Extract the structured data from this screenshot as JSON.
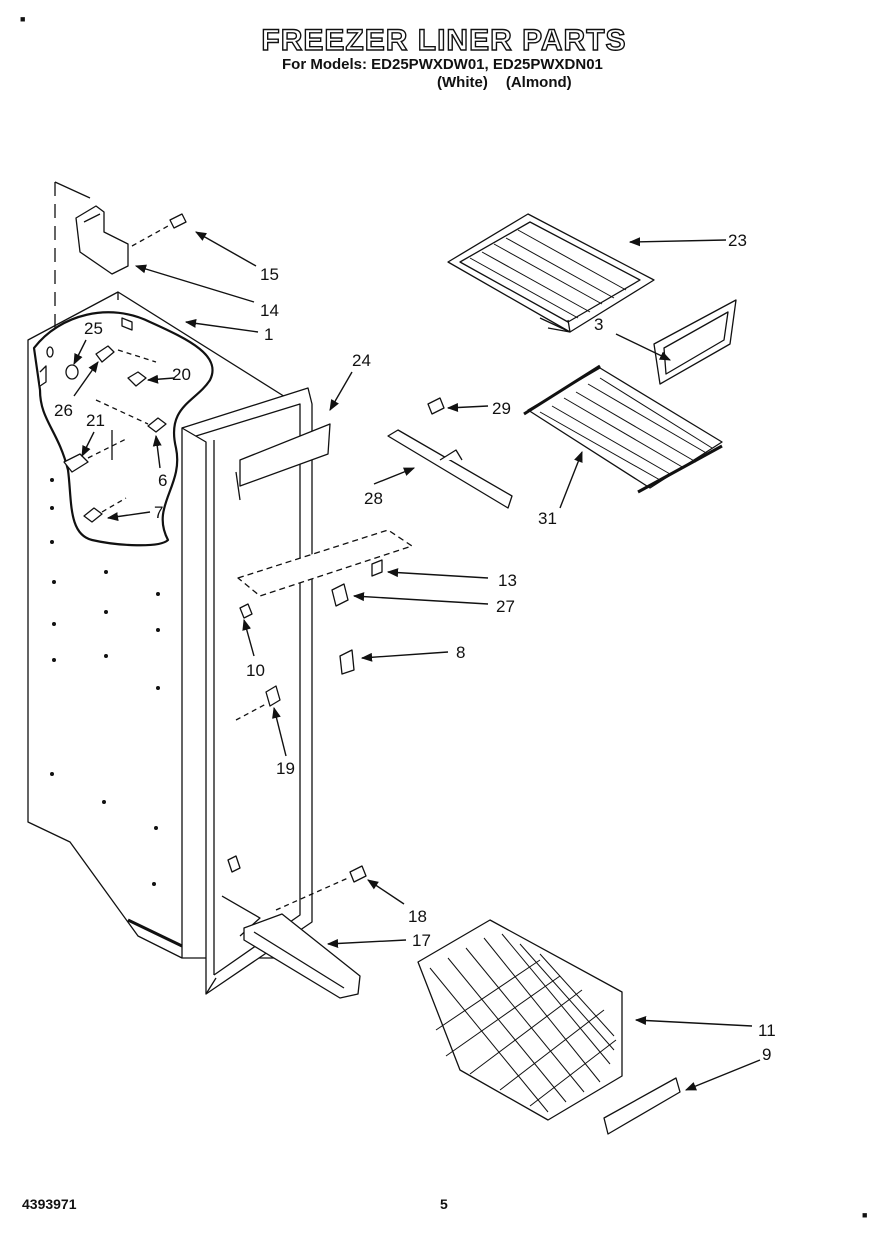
{
  "title": "FREEZER LINER PARTS",
  "models_line": "For Models: ED25PWXDW01, ED25PWXDN01",
  "color_white": "(White)",
  "color_almond": "(Almond)",
  "part_number": "4393971",
  "page_number": "5",
  "callouts": {
    "c1": "1",
    "c3": "3",
    "c6": "6",
    "c7": "7",
    "c8": "8",
    "c9": "9",
    "c10": "10",
    "c11": "11",
    "c13": "13",
    "c14": "14",
    "c15": "15",
    "c17": "17",
    "c18": "18",
    "c19": "19",
    "c20": "20",
    "c21": "21",
    "c23": "23",
    "c24": "24",
    "c25": "25",
    "c26": "26",
    "c27": "27",
    "c28": "28",
    "c29": "29",
    "c31": "31"
  }
}
